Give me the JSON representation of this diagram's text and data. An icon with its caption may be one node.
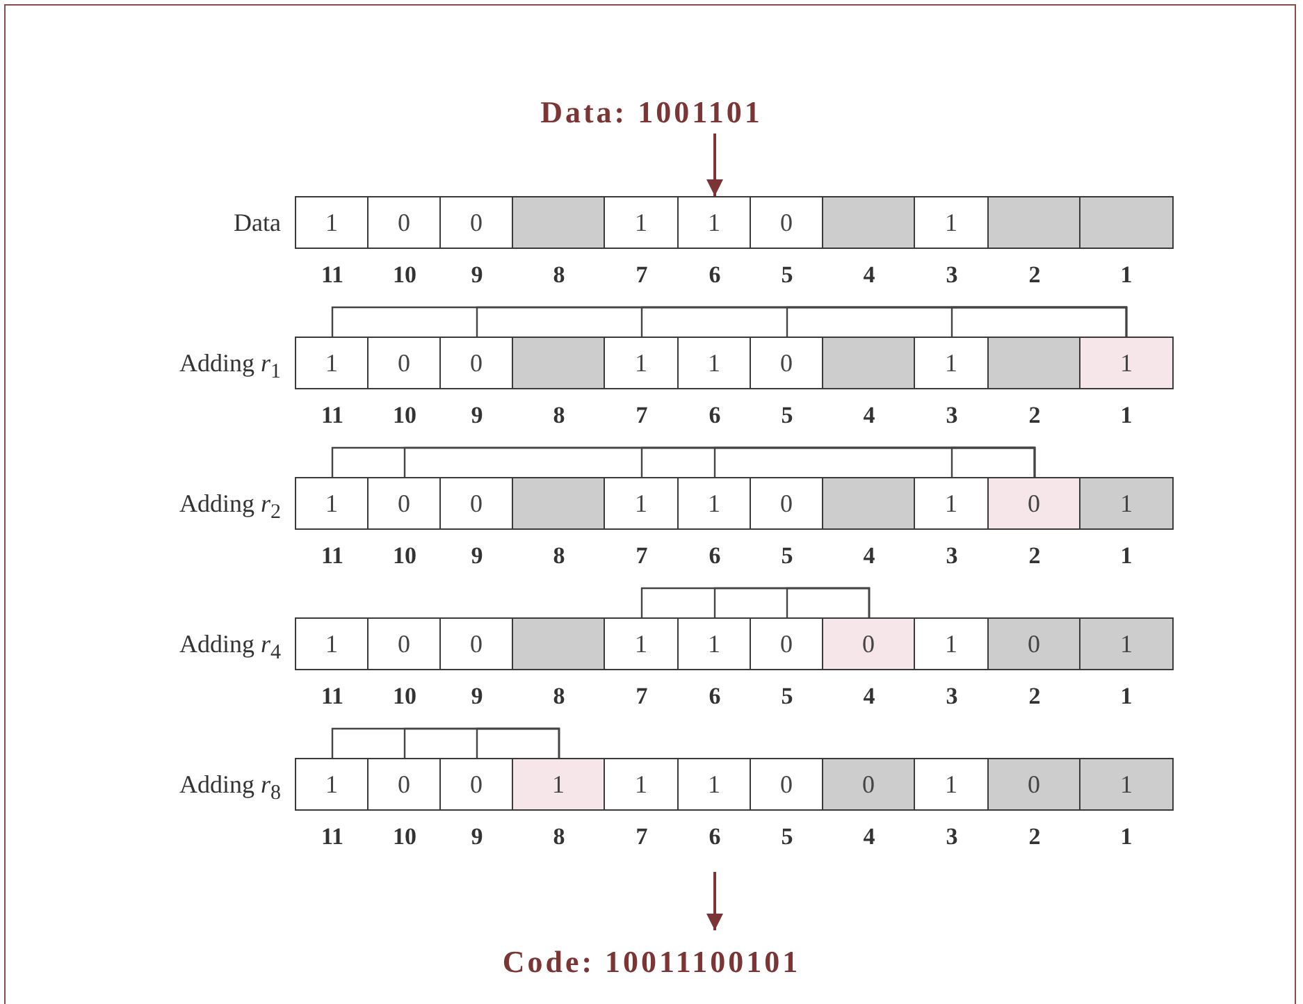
{
  "diagram": {
    "nodes": [
      {
        "text": [
          "Data: 1001101"
        ]
      },
      {
        "text": [
          "1"
        ]
      },
      {
        "text": [
          "0"
        ]
      },
      {
        "text": [
          "0"
        ]
      },
      {
        "text": [],
        "shape": "box"
      },
      {
        "text": [
          "1"
        ]
      },
      {
        "text": [
          "1"
        ]
      },
      {
        "text": [
          "0"
        ]
      },
      {
        "text": [],
        "shape": "box"
      },
      {
        "text": [
          "1"
        ]
      },
      {
        "text": [],
        "shape": "box"
      },
      {
        "text": [],
        "shape": "box"
      },
      {
        "text": [
          "1"
        ]
      },
      {
        "text": [
          "0"
        ]
      },
      {
        "text": [
          "0"
        ]
      },
      {
        "text": [],
        "shape": "box"
      },
      {
        "text": [
          "1"
        ]
      },
      {
        "text": [
          "1"
        ]
      },
      {
        "text": [
          "0"
        ]
      },
      {
        "text": [],
        "shape": "box"
      },
      {
        "text": [
          "1"
        ]
      },
      {
        "text": [],
        "shape": "box"
      },
      {
        "text": [
          "1"
        ]
      },
      {
        "text": [
          "1"
        ]
      },
      {
        "text": [
          "0"
        ]
      },
      {
        "text": [
          "0"
        ]
      },
      {
        "text": [],
        "shape": "box"
      },
      {
        "text": [
          "1"
        ]
      },
      {
        "text": [
          "1"
        ]
      },
      {
        "text": [
          "0"
        ]
      },
      {
        "text": [],
        "shape": "box"
      },
      {
        "text": [
          "1"
        ]
      },
      {
        "text": [
          "0"
        ]
      },
      {
        "text": [
          "1"
        ]
      },
      {
        "text": [
          "1"
        ]
      },
      {
        "text": [
          "0"
        ]
      },
      {
        "text": [
          "0"
        ]
      },
      {
        "text": [],
        "shape": "box"
      },
      {
        "text": [
          "1"
        ]
      },
      {
        "text": [
          "1"
        ]
      },
      {
        "text": [
          "0"
        ]
      },
      {
        "text": [
          "0"
        ]
      },
      {
        "text": [
          "1"
        ]
      },
      {
        "text": [
          "0"
        ]
      },
      {
        "text": [
          "1"
        ]
      },
      {
        "text": [
          "1"
        ]
      },
      {
        "text": [
          "0"
        ]
      },
      {
        "text": [
          "0"
        ]
      },
      {
        "text": [
          "1"
        ]
      },
      {
        "text": [
          "1"
        ]
      },
      {
        "text": [
          "1"
        ]
      },
      {
        "text": [
          "0"
        ]
      },
      {
        "text": [
          "0"
        ]
      },
      {
        "text": [
          "1"
        ]
      },
      {
        "text": [
          "0"
        ]
      },
      {
        "text": [
          "1"
        ]
      },
      {
        "text": [
          "Code: 10011100101"
        ]
      }
    ],
    "edges": [
      {
        "from": 0,
        "to": 6,
        "arrow": "to"
      },
      {
        "from": 50,
        "to": 56,
        "arrow": "to"
      },
      {
        "from": 22,
        "to": 12,
        "arrow": "none"
      },
      {
        "from": 22,
        "to": 14,
        "arrow": "none"
      },
      {
        "from": 22,
        "to": 16,
        "arrow": "none"
      },
      {
        "from": 22,
        "to": 18,
        "arrow": "none"
      },
      {
        "from": 22,
        "to": 20,
        "arrow": "none"
      },
      {
        "from": 32,
        "to": 23,
        "arrow": "none"
      },
      {
        "from": 32,
        "to": 24,
        "arrow": "none"
      },
      {
        "from": 32,
        "to": 27,
        "arrow": "none"
      },
      {
        "from": 32,
        "to": 28,
        "arrow": "none"
      },
      {
        "from": 32,
        "to": 31,
        "arrow": "none"
      },
      {
        "from": 41,
        "to": 38,
        "arrow": "none"
      },
      {
        "from": 41,
        "to": 39,
        "arrow": "none"
      },
      {
        "from": 41,
        "to": 40,
        "arrow": "none"
      },
      {
        "from": 48,
        "to": 45,
        "arrow": "none"
      },
      {
        "from": 48,
        "to": 46,
        "arrow": "none"
      },
      {
        "from": 48,
        "to": 47,
        "arrow": "none"
      }
    ],
    "labels": [
      "Data",
      "11",
      "10",
      "9",
      "8",
      "7",
      "6",
      "5",
      "4",
      "3",
      "2",
      "1",
      "Adding *r*$_{1}$",
      "11",
      "10",
      "9",
      "8",
      "7",
      "6",
      "5",
      "4",
      "3",
      "2",
      "1",
      "Adding *r*$_{2}$",
      "11",
      "10",
      "9",
      "8",
      "7",
      "6",
      "5",
      "4",
      "3",
      "2",
      "1",
      "Adding *r*$_{4}$",
      "11",
      "10",
      "9",
      "8",
      "7",
      "6",
      "5",
      "4",
      "3",
      "2",
      "1",
      "Adding *r*$_{8}$",
      "11",
      "10",
      "9",
      "8",
      "7",
      "6",
      "5",
      "4",
      "3",
      "2",
      "1"
    ]
  }
}
